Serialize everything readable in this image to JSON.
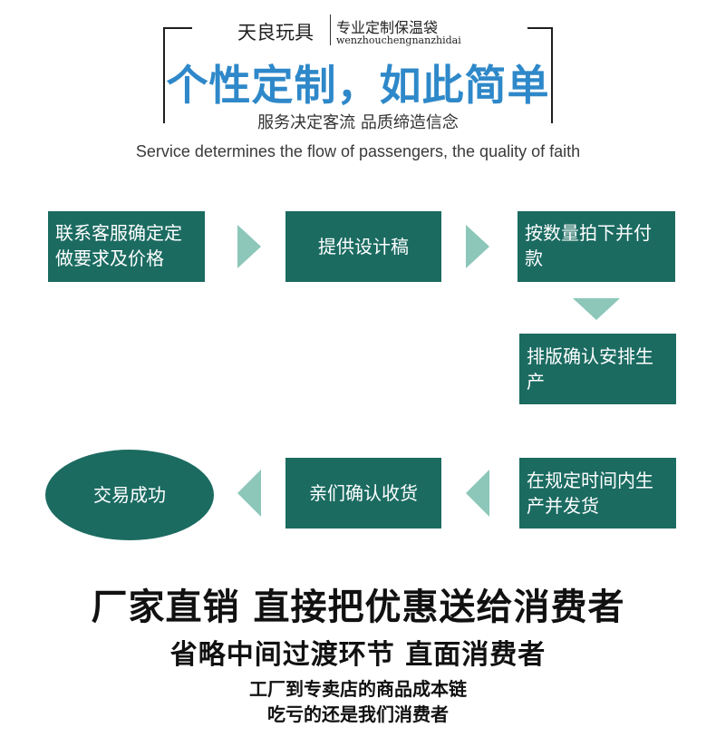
{
  "header": {
    "brand": "天良玩具",
    "tagline": "专业定制保温袋",
    "pinyin": "wenzhouchengnanzhidai",
    "headline": "个性定制，如此简单",
    "subtitle_cn": "服务决定客流 品质缔造信念",
    "subtitle_en": "Service determines the flow of passengers, the quality of faith"
  },
  "process": {
    "step1": [
      "联系客服确定定",
      "做要求及价格"
    ],
    "step2": "提供设计稿",
    "step3": [
      "按数量拍下并付",
      "款"
    ],
    "step4": [
      "排版确认安排生",
      "产"
    ],
    "step5": [
      "在规定时间内生",
      "产并发货"
    ],
    "step6": "亲们确认收货",
    "step7": "交易成功"
  },
  "footer": {
    "line1": "厂家直销 直接把优惠送给消费者",
    "line2": "省略中间过渡环节 直面消费者",
    "line3": "工厂到专卖店的商品成本链",
    "line4": "吃亏的还是我们消费者"
  },
  "colors": {
    "box": "#1b6b61",
    "arrow": "#8cc7b9",
    "headline": "#2e88c9"
  }
}
